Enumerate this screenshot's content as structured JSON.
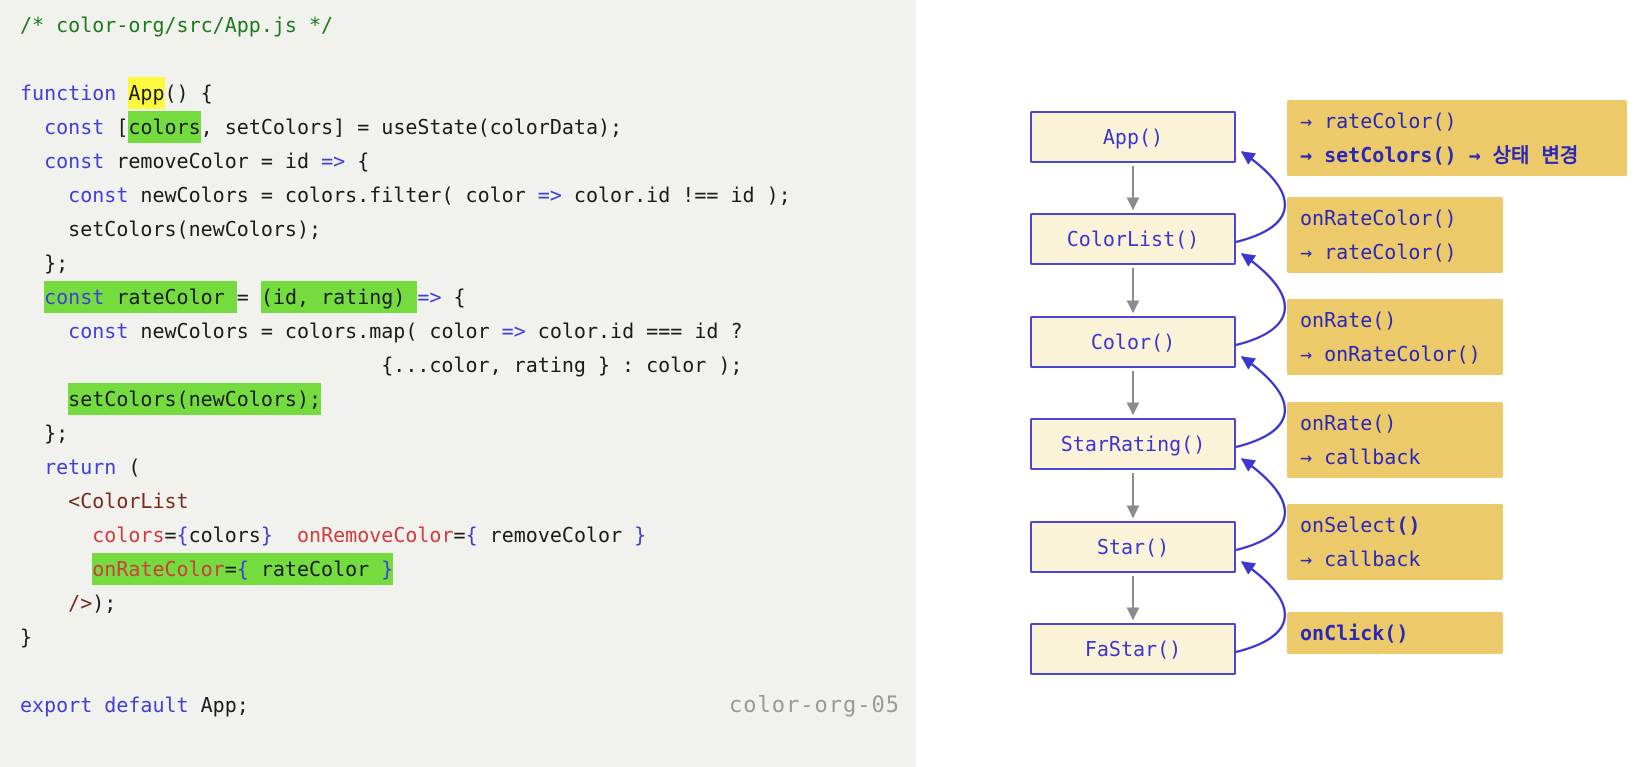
{
  "colors": {
    "panel_bg": "#f1f1ee",
    "comment": "#1e7a1e",
    "keyword": "#4040d8",
    "tag": "#7c291d",
    "attr": "#d13c3c",
    "punct_blue": "#4040d8",
    "plain": "#1b1b1b",
    "hl_yellow": "#fdf93f",
    "hl_green": "#74dc3f",
    "footer": "#9a9a9a",
    "box_fill": "#faf3d7",
    "box_border": "#4a46d2",
    "box_text": "#3b35d1",
    "note_bg": "#ecca6a",
    "note_text": "#2a28b8",
    "arrow_gray": "#8c8c8c",
    "arrow_blue": "#3a36cf"
  },
  "code": {
    "lines": [
      {
        "tokens": [
          {
            "t": "/* color-org/src/App.js */",
            "c": "c"
          }
        ]
      },
      {
        "tokens": []
      },
      {
        "tokens": [
          {
            "t": "function",
            "c": "k"
          },
          {
            "t": " ",
            "c": "p"
          },
          {
            "t": "App",
            "c": "p",
            "h": "y"
          },
          {
            "t": "() {",
            "c": "p"
          }
        ]
      },
      {
        "tokens": [
          {
            "t": "  ",
            "c": "p"
          },
          {
            "t": "const",
            "c": "k"
          },
          {
            "t": " [",
            "c": "p"
          },
          {
            "t": "colors",
            "c": "p",
            "h": "g"
          },
          {
            "t": ", setColors] = useState(colorData);",
            "c": "p"
          }
        ]
      },
      {
        "tokens": [
          {
            "t": "  ",
            "c": "p"
          },
          {
            "t": "const",
            "c": "k"
          },
          {
            "t": " removeColor = id ",
            "c": "p"
          },
          {
            "t": "=>",
            "c": "b"
          },
          {
            "t": " {",
            "c": "p"
          }
        ]
      },
      {
        "tokens": [
          {
            "t": "    ",
            "c": "p"
          },
          {
            "t": "const",
            "c": "k"
          },
          {
            "t": " newColors = colors.filter( color ",
            "c": "p"
          },
          {
            "t": "=>",
            "c": "b"
          },
          {
            "t": " color.id !== id );",
            "c": "p"
          }
        ]
      },
      {
        "tokens": [
          {
            "t": "    setColors(newColors);",
            "c": "p"
          }
        ]
      },
      {
        "tokens": [
          {
            "t": "  };",
            "c": "p"
          }
        ]
      },
      {
        "tokens": [
          {
            "t": "  ",
            "c": "p"
          },
          {
            "t": "const",
            "c": "k",
            "h": "g"
          },
          {
            "t": " rateColor ",
            "c": "p",
            "h": "g"
          },
          {
            "t": "= ",
            "c": "p"
          },
          {
            "t": "(id, rating) ",
            "c": "p",
            "h": "g"
          },
          {
            "t": "=>",
            "c": "b"
          },
          {
            "t": " {",
            "c": "p"
          }
        ]
      },
      {
        "tokens": [
          {
            "t": "    ",
            "c": "p"
          },
          {
            "t": "const",
            "c": "k"
          },
          {
            "t": " newColors = colors.map( color ",
            "c": "p"
          },
          {
            "t": "=>",
            "c": "b"
          },
          {
            "t": " color.id === id ?",
            "c": "p"
          }
        ]
      },
      {
        "tokens": [
          {
            "t": "                              {...color, rating } : color );",
            "c": "p"
          }
        ]
      },
      {
        "tokens": [
          {
            "t": "    ",
            "c": "p"
          },
          {
            "t": "setColors(newColors);",
            "c": "p",
            "h": "g"
          }
        ]
      },
      {
        "tokens": [
          {
            "t": "  };",
            "c": "p"
          }
        ]
      },
      {
        "tokens": [
          {
            "t": "  ",
            "c": "p"
          },
          {
            "t": "return",
            "c": "k"
          },
          {
            "t": " (",
            "c": "p"
          }
        ]
      },
      {
        "tokens": [
          {
            "t": "    ",
            "c": "p"
          },
          {
            "t": "<ColorList",
            "c": "t"
          }
        ]
      },
      {
        "tokens": [
          {
            "t": "      ",
            "c": "p"
          },
          {
            "t": "colors",
            "c": "a"
          },
          {
            "t": "=",
            "c": "p"
          },
          {
            "t": "{",
            "c": "b"
          },
          {
            "t": "colors",
            "c": "p"
          },
          {
            "t": "}",
            "c": "b"
          },
          {
            "t": "  ",
            "c": "p"
          },
          {
            "t": "onRemoveColor",
            "c": "a"
          },
          {
            "t": "=",
            "c": "p"
          },
          {
            "t": "{",
            "c": "b"
          },
          {
            "t": " removeColor ",
            "c": "p"
          },
          {
            "t": "}",
            "c": "b"
          }
        ]
      },
      {
        "tokens": [
          {
            "t": "      ",
            "c": "p"
          },
          {
            "t": "onRateColor",
            "c": "a",
            "h": "g"
          },
          {
            "t": "=",
            "c": "p",
            "h": "g"
          },
          {
            "t": "{",
            "c": "b",
            "h": "g"
          },
          {
            "t": " rateColor ",
            "c": "p",
            "h": "g"
          },
          {
            "t": "}",
            "c": "b",
            "h": "g"
          }
        ]
      },
      {
        "tokens": [
          {
            "t": "    ",
            "c": "p"
          },
          {
            "t": "/>",
            "c": "t"
          },
          {
            "t": ");",
            "c": "p"
          }
        ]
      },
      {
        "tokens": [
          {
            "t": "}",
            "c": "p"
          }
        ]
      },
      {
        "tokens": []
      },
      {
        "tokens": [
          {
            "t": "export",
            "c": "k"
          },
          {
            "t": " ",
            "c": "p"
          },
          {
            "t": "default",
            "c": "k"
          },
          {
            "t": " App;",
            "c": "p"
          }
        ]
      }
    ]
  },
  "footer": {
    "label": "color-org-05"
  },
  "diagram": {
    "components": [
      {
        "label": "App()"
      },
      {
        "label": "ColorList()"
      },
      {
        "label": "Color()"
      },
      {
        "label": "StarRating()"
      },
      {
        "label": "Star()"
      },
      {
        "label": "FaStar()"
      }
    ],
    "notes": [
      {
        "lines": [
          [
            {
              "t": "→ rateColor()"
            }
          ],
          [
            {
              "t": "→ setColors() → 상태 변경",
              "bold": true
            }
          ]
        ]
      },
      {
        "lines": [
          [
            {
              "t": "onRateColor()"
            }
          ],
          [
            {
              "t": "→ rateColor()"
            }
          ]
        ]
      },
      {
        "lines": [
          [
            {
              "t": "onRate()"
            }
          ],
          [
            {
              "t": "→ onRateColor()"
            }
          ]
        ]
      },
      {
        "lines": [
          [
            {
              "t": "onRate()"
            }
          ],
          [
            {
              "t": "→ callback"
            }
          ]
        ]
      },
      {
        "lines": [
          [
            {
              "t": "onSelect"
            },
            {
              "t": "()",
              "bold": true
            }
          ],
          [
            {
              "t": "→ callback"
            }
          ]
        ]
      },
      {
        "lines": [
          [
            {
              "t": "onClick()",
              "bold": true
            }
          ]
        ]
      }
    ]
  }
}
